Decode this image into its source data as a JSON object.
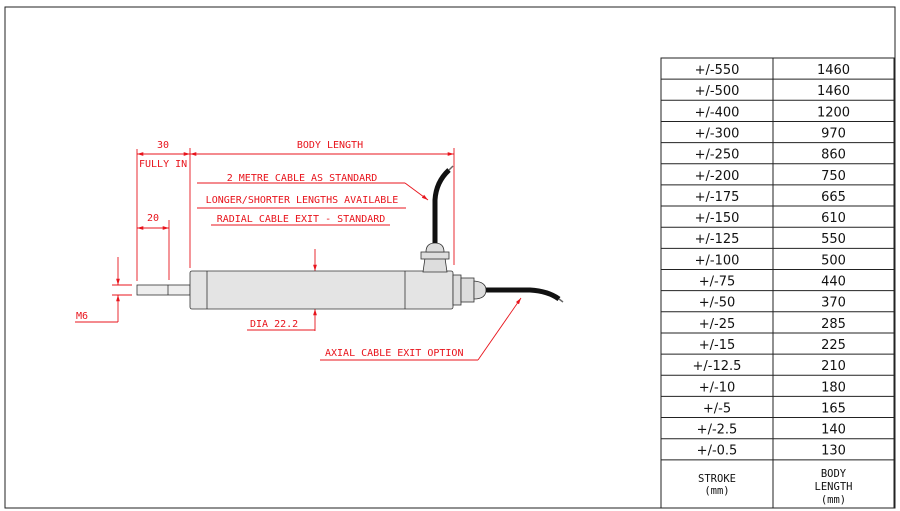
{
  "drawing": {
    "dim_30": "30",
    "fully_in": "FULLY IN",
    "body_length": "BODY LENGTH",
    "dim_20": "20",
    "m6": "M6",
    "dia": "DIA 22.2",
    "note_cable": "2 METRE CABLE AS STANDARD",
    "note_lengths": "LONGER/SHORTER LENGTHS AVAILABLE",
    "note_radial": "RADIAL CABLE EXIT - STANDARD",
    "note_axial": "AXIAL CABLE EXIT OPTION",
    "line_color": "#e8141c"
  },
  "table": {
    "rows": [
      {
        "stroke": "+/-550",
        "body": "1460"
      },
      {
        "stroke": "+/-500",
        "body": "1460"
      },
      {
        "stroke": "+/-400",
        "body": "1200"
      },
      {
        "stroke": "+/-300",
        "body": "970"
      },
      {
        "stroke": "+/-250",
        "body": "860"
      },
      {
        "stroke": "+/-200",
        "body": "750"
      },
      {
        "stroke": "+/-175",
        "body": "665"
      },
      {
        "stroke": "+/-150",
        "body": "610"
      },
      {
        "stroke": "+/-125",
        "body": "550"
      },
      {
        "stroke": "+/-100",
        "body": "500"
      },
      {
        "stroke": "+/-75",
        "body": "440"
      },
      {
        "stroke": "+/-50",
        "body": "370"
      },
      {
        "stroke": "+/-25",
        "body": "285"
      },
      {
        "stroke": "+/-15",
        "body": "225"
      },
      {
        "stroke": "+/-12.5",
        "body": "210"
      },
      {
        "stroke": "+/-10",
        "body": "180"
      },
      {
        "stroke": "+/-5",
        "body": "165"
      },
      {
        "stroke": "+/-2.5",
        "body": "140"
      },
      {
        "stroke": "+/-0.5",
        "body": "130"
      }
    ],
    "header_stroke": "STROKE",
    "header_stroke_unit": "(mm)",
    "header_body_1": "BODY",
    "header_body_2": "LENGTH",
    "header_body_unit": "(mm)"
  }
}
